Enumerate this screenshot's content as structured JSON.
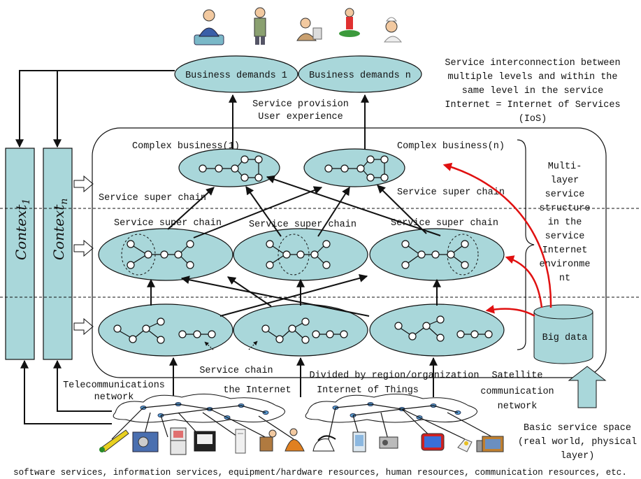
{
  "demands": {
    "d1": "Business demands 1",
    "dn": "Business demands n"
  },
  "provision": {
    "line1": "Service provision",
    "line2": "User experience"
  },
  "ios_note": {
    "line1": "Service interconnection between",
    "line2": "multiple levels and within the",
    "line3": "same level in the service",
    "line4": "Internet = Internet of Services",
    "line5": "(IoS)"
  },
  "complex": {
    "c1": "Complex business(1)",
    "cn": "Complex business(n)"
  },
  "super_chain": {
    "top": "Service super chain",
    "left": "Service super chain",
    "mid": "Service super chain",
    "right": "Service super chain"
  },
  "structure_label": {
    "l1": "Multi-",
    "l2": "layer",
    "l3": "service",
    "l4": "structure",
    "l5": "in the",
    "l6": "service",
    "l7": "Internet",
    "l8": "environme",
    "l9": "nt"
  },
  "context": {
    "c1": "Context",
    "c1_sub": "1",
    "cn": "Context",
    "cn_sub": "n"
  },
  "big_data": "Big data",
  "service_chain": "Service chain",
  "divided": "Divided by region/organization",
  "networks": {
    "telecom1": "Telecommunications",
    "telecom2": "network",
    "internet": "the Internet",
    "iot": "Internet of Things",
    "sat1": "Satellite",
    "sat2": "communication",
    "sat3": "network"
  },
  "basic_space": {
    "l1": "Basic service space",
    "l2": "(real world, physical",
    "l3": "layer)"
  },
  "footer": "software services, information services, equipment/hardware resources, human resources, communication resources, etc.",
  "colors": {
    "fill": "#a9d7da",
    "arrow_red": "#e01010"
  },
  "icons": [
    "person-reading-icon",
    "businessman-icon",
    "worker-icon",
    "golfer-icon",
    "chef-icon",
    "thermometer-icon",
    "machine-icon",
    "cabinet-icon",
    "tv-icon",
    "heater-icon",
    "delivery-man-icon",
    "worker-tools-icon",
    "phone-icon",
    "tablet-icon",
    "camera-icon",
    "monitor-icon",
    "projector-icon",
    "computer-icon"
  ]
}
